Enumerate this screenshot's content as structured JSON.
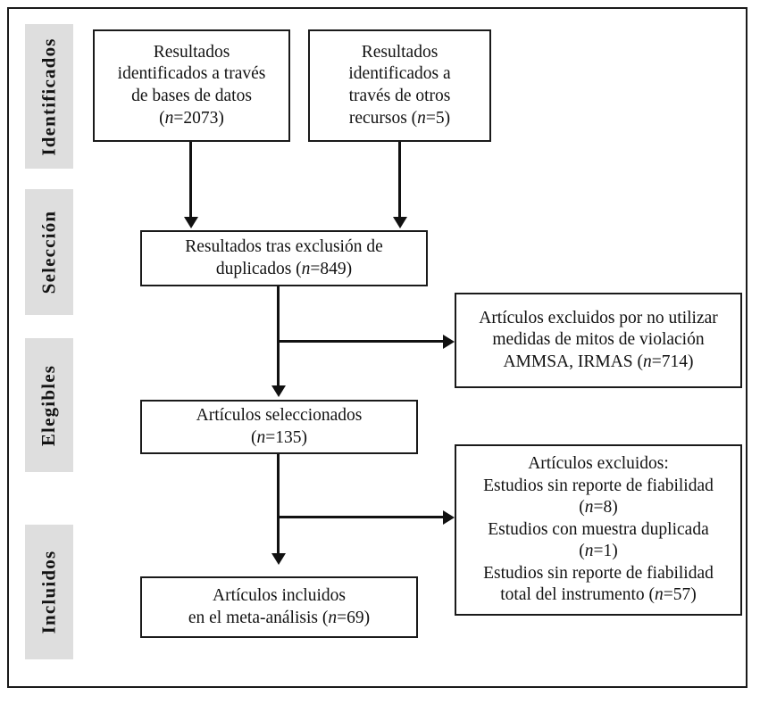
{
  "diagram": {
    "type": "prisma-flow-diagram",
    "language": "es",
    "stages": [
      {
        "id": "identificados",
        "label": "Identificados"
      },
      {
        "id": "seleccion",
        "label": "Selección"
      },
      {
        "id": "elegibles",
        "label": "Elegibles"
      },
      {
        "id": "incluidos",
        "label": "Incluidos"
      }
    ],
    "boxes": {
      "databases": {
        "lines": [
          "Resultados",
          "identificados a través",
          "de bases de datos",
          "(n=2073)"
        ],
        "n_label": "n",
        "n_value": 2073
      },
      "other_sources": {
        "lines": [
          "Resultados",
          "identificados a",
          "través de otros",
          "recursos (n=5)"
        ],
        "n_label": "n",
        "n_value": 5
      },
      "after_duplicates": {
        "lines": [
          "Resultados tras exclusión de",
          "duplicados (n=849)"
        ],
        "n_label": "n",
        "n_value": 849
      },
      "excluded_measures": {
        "lines": [
          "Artículos excluidos por no utilizar",
          "medidas de mitos de violación",
          "AMMSA, IRMAS (n=714)"
        ],
        "n_label": "n",
        "n_value": 714
      },
      "screened_articles": {
        "lines": [
          "Artículos seleccionados",
          "(n=135)"
        ],
        "n_label": "n",
        "n_value": 135
      },
      "excluded_reliability": {
        "lines": [
          "Artículos excluidos:",
          "Estudios sin reporte de fiabilidad",
          "(n=8)",
          "Estudios con muestra duplicada",
          "(n=1)",
          "Estudios sin reporte de fiabilidad",
          "total del instrumento (n=57)"
        ],
        "n_label": "n",
        "n_values": [
          8,
          1,
          57
        ]
      },
      "included_articles": {
        "lines": [
          "Artículos incluidos",
          "en el meta-análisis (n=69)"
        ],
        "n_label": "n",
        "n_value": 69
      }
    },
    "colors": {
      "band_background": "#dedede",
      "box_border": "#1a1a1a",
      "connector": "#111111",
      "text": "#121212",
      "page_background": "#ffffff"
    }
  }
}
